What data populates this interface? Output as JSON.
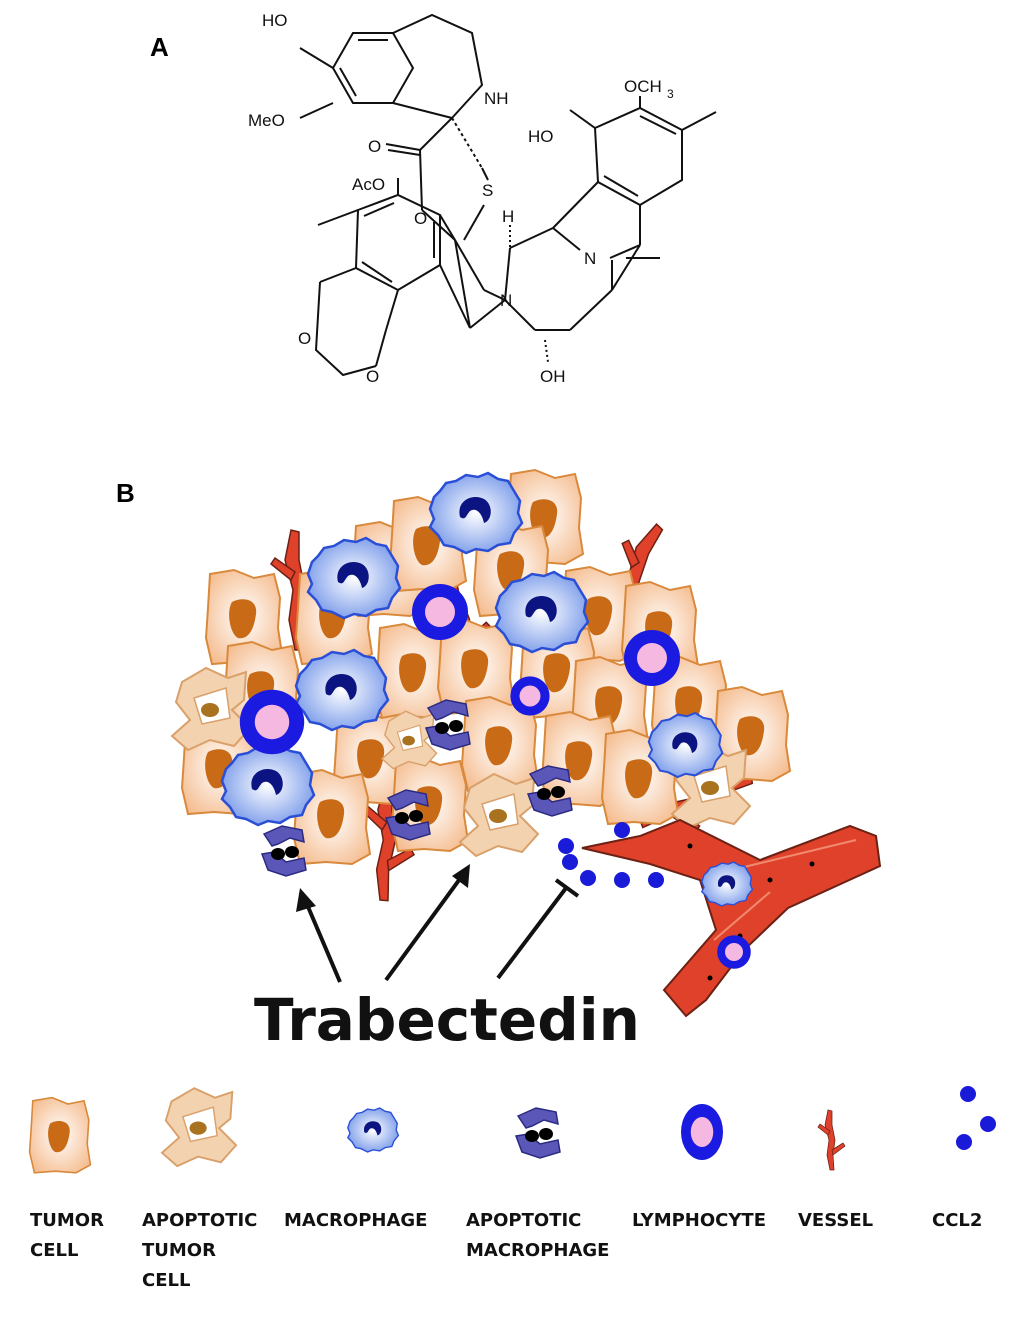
{
  "panels": {
    "a": "A",
    "b": "B"
  },
  "structure": {
    "atoms": {
      "ho_top": "HO",
      "meo": "MeO",
      "nh": "NH",
      "och3": "OCH",
      "och3_sub": "3",
      "o_carbonyl": "O",
      "s": "S",
      "ho_right": "HO",
      "aco": "AcO",
      "o_ester": "O",
      "h": "H",
      "n_bridge": "N",
      "n_ring": "N",
      "o_diox1": "O",
      "o_diox2": "O",
      "oh": "OH"
    }
  },
  "drug_label": "Trabectedin",
  "legend": [
    {
      "id": "tumor-cell",
      "label": "TUMOR\nCELL",
      "icon": "tumor-cell-icon"
    },
    {
      "id": "apoptotic-tumor-cell",
      "label": "APOPTOTIC\nTUMOR\nCELL",
      "icon": "apoptotic-tumor-cell-icon"
    },
    {
      "id": "macrophage",
      "label": "MACROPHAGE",
      "icon": "macrophage-icon"
    },
    {
      "id": "apoptotic-macrophage",
      "label": "APOPTOTIC\nMACROPHAGE",
      "icon": "apoptotic-macrophage-icon"
    },
    {
      "id": "lymphocyte",
      "label": "LYMPHOCYTE",
      "icon": "lymphocyte-icon"
    },
    {
      "id": "vessel",
      "label": "VESSEL",
      "icon": "vessel-icon"
    },
    {
      "id": "ccl2",
      "label": "CCL2",
      "icon": "ccl2-icon"
    }
  ],
  "colors": {
    "tumor_fill": "#f7c9a5",
    "tumor_edge": "#d9893b",
    "tumor_nucleus": "#c96a16",
    "apoptotic_tumor": "#e3b98b",
    "macrophage_light": "#c9daf5",
    "macrophage_edge": "#2a4fd6",
    "macrophage_nucleus": "#0b1480",
    "apoptotic_macrophage": "#5b57b8",
    "lymphocyte_ring": "#1a1ae0",
    "lymphocyte_core": "#f5b8e0",
    "vessel": "#e0412a",
    "ccl2": "#1a1ad9"
  }
}
